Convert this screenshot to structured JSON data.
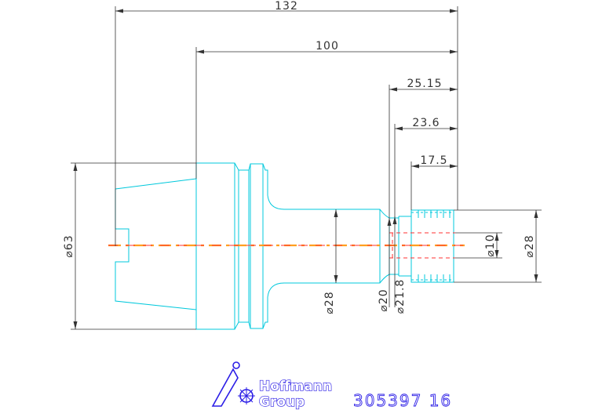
{
  "drawing": {
    "colors": {
      "part_outline": "#00c8dc",
      "dimension": "#333333",
      "axis_red": "#ff3030",
      "axis_orange": "#ffa020",
      "logo": "#2b1de6"
    },
    "dimensions": {
      "length_132": "132",
      "length_100": "100",
      "length_25_15": "25.15",
      "length_23_6": "23.6",
      "length_17_5": "17.5",
      "diameter_63": "⌀63",
      "diameter_28_shank": "⌀28",
      "diameter_20": "⌀20",
      "diameter_21_8": "⌀21.8",
      "diameter_10": "⌀10",
      "diameter_28_nut": "⌀28"
    },
    "logo": {
      "line1": "Hoffmann",
      "line2": "Group",
      "icon": "hoffmann-group-logo-icon"
    },
    "part_number": "305397 16"
  }
}
